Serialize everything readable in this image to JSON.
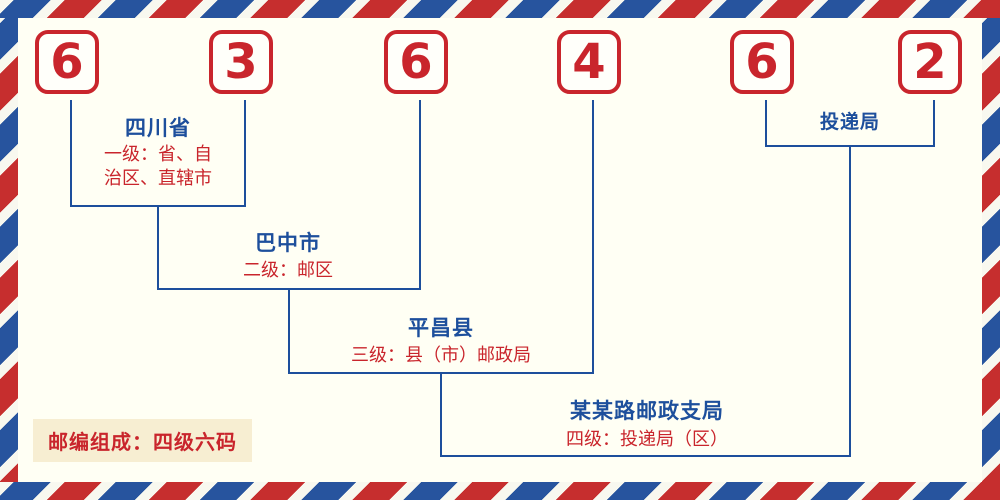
{
  "postal_code": {
    "digits": [
      "6",
      "3",
      "6",
      "4",
      "6",
      "2"
    ]
  },
  "groups": [
    {
      "region": "四川省",
      "level": "一级：省、自治区、直辖市"
    },
    {
      "region": "巴中市",
      "level": "二级：邮区"
    },
    {
      "region": "平昌县",
      "level": "三级：县（市）邮政局"
    },
    {
      "region": "某某路邮政支局",
      "level": "四级：投递局（区）"
    },
    {
      "region": "投递局",
      "level": ""
    }
  ],
  "footer": {
    "composition_label": "邮编组成：四级六码"
  },
  "colors": {
    "digit_red": "#c9252c",
    "label_blue": "#1d4f9c",
    "level_red": "#c9252c",
    "border_red": "#c62e2e",
    "border_blue": "#27549e",
    "background": "#fffff4",
    "footer_background": "#f7eed2"
  }
}
